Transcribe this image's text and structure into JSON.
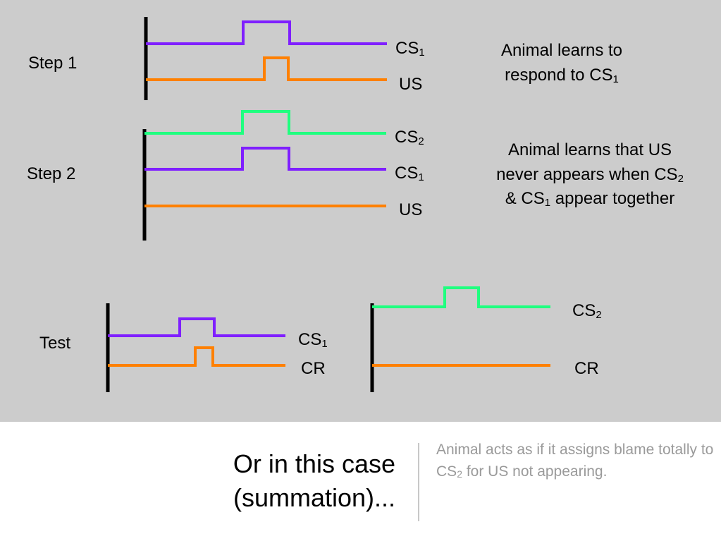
{
  "colors": {
    "panel": "#cccccc",
    "cs1": "#7f1fff",
    "us": "#ff8000",
    "cs2": "#1fff7f",
    "axis": "#000000",
    "note": "#9a9a9a"
  },
  "steps": {
    "step1": "Step 1",
    "step2": "Step 2",
    "test": "Test"
  },
  "signals": {
    "cs": "CS",
    "us": "US",
    "cr": "CR",
    "sub1": "1",
    "sub2": "2"
  },
  "descriptions": {
    "step1_line1": "Animal learns to",
    "step1_line2_pre": "respond to CS",
    "step1_line2_sub": "1",
    "step2_line1": "Animal learns that US",
    "step2_line2_pre": "never appears when  CS",
    "step2_line2_sub": "2",
    "step2_line3_pre": "& CS",
    "step2_line3_sub": "1",
    "step2_line3_post": " appear together"
  },
  "title": {
    "line1": "Or in this case",
    "line2": "(summation)..."
  },
  "note": {
    "pre": "Animal acts as if it assigns blame totally to CS",
    "sub": "2",
    "post": " for US not appearing."
  }
}
